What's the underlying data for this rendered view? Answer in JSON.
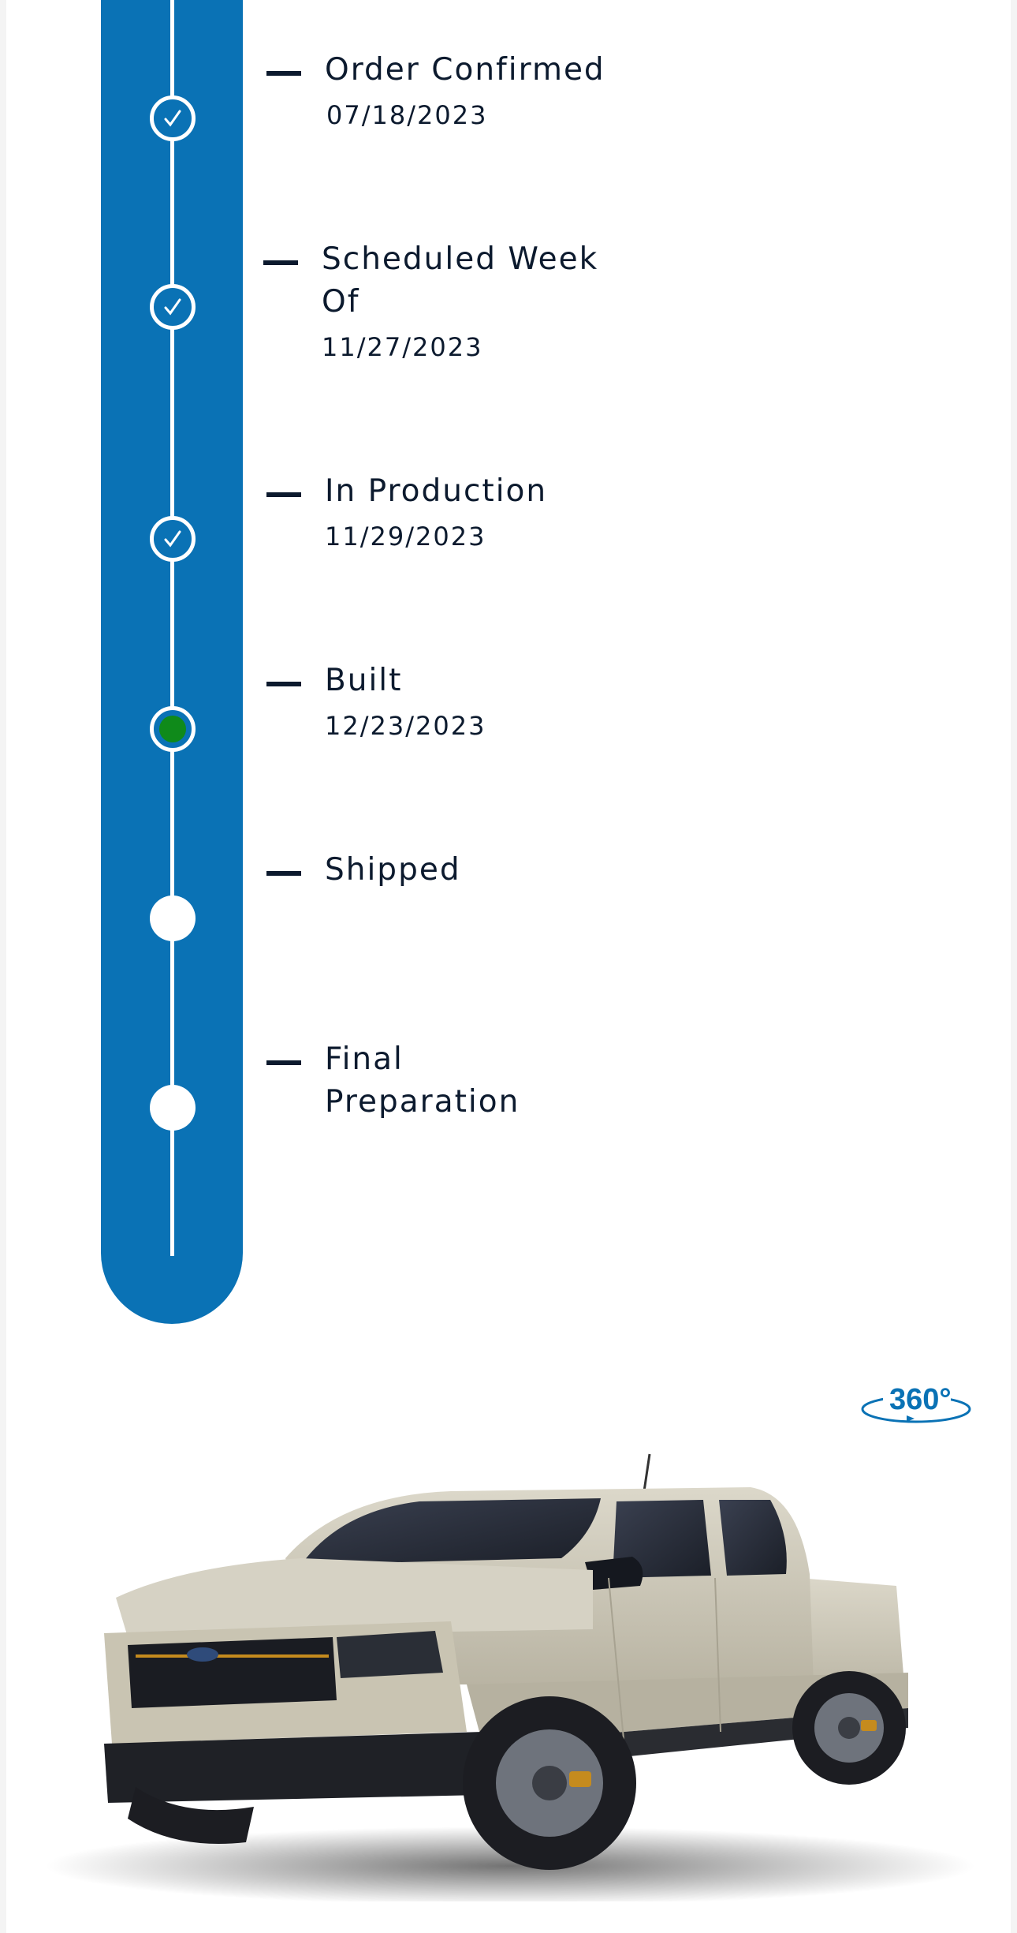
{
  "timeline": {
    "steps": [
      {
        "label": "Order Confirmed",
        "date": "07/18/2023",
        "state": "done"
      },
      {
        "label": "Scheduled Week Of",
        "date": "11/27/2023",
        "state": "done"
      },
      {
        "label": "In Production",
        "date": "11/29/2023",
        "state": "done"
      },
      {
        "label": "Built",
        "date": "12/23/2023",
        "state": "current"
      },
      {
        "label": "Shipped",
        "date": "",
        "state": "pending"
      },
      {
        "label": "Final Preparation",
        "date": "",
        "state": "pending"
      }
    ]
  },
  "viewer": {
    "badge_label": "360°",
    "badge_icon": "360-rotate-icon",
    "vehicle_icon": "pickup-truck-image"
  },
  "colors": {
    "tracker_blue": "#0a72b5",
    "text_dark": "#0c1a2e",
    "current_green": "#0f8a1a",
    "truck_body": "#cfcab9"
  }
}
